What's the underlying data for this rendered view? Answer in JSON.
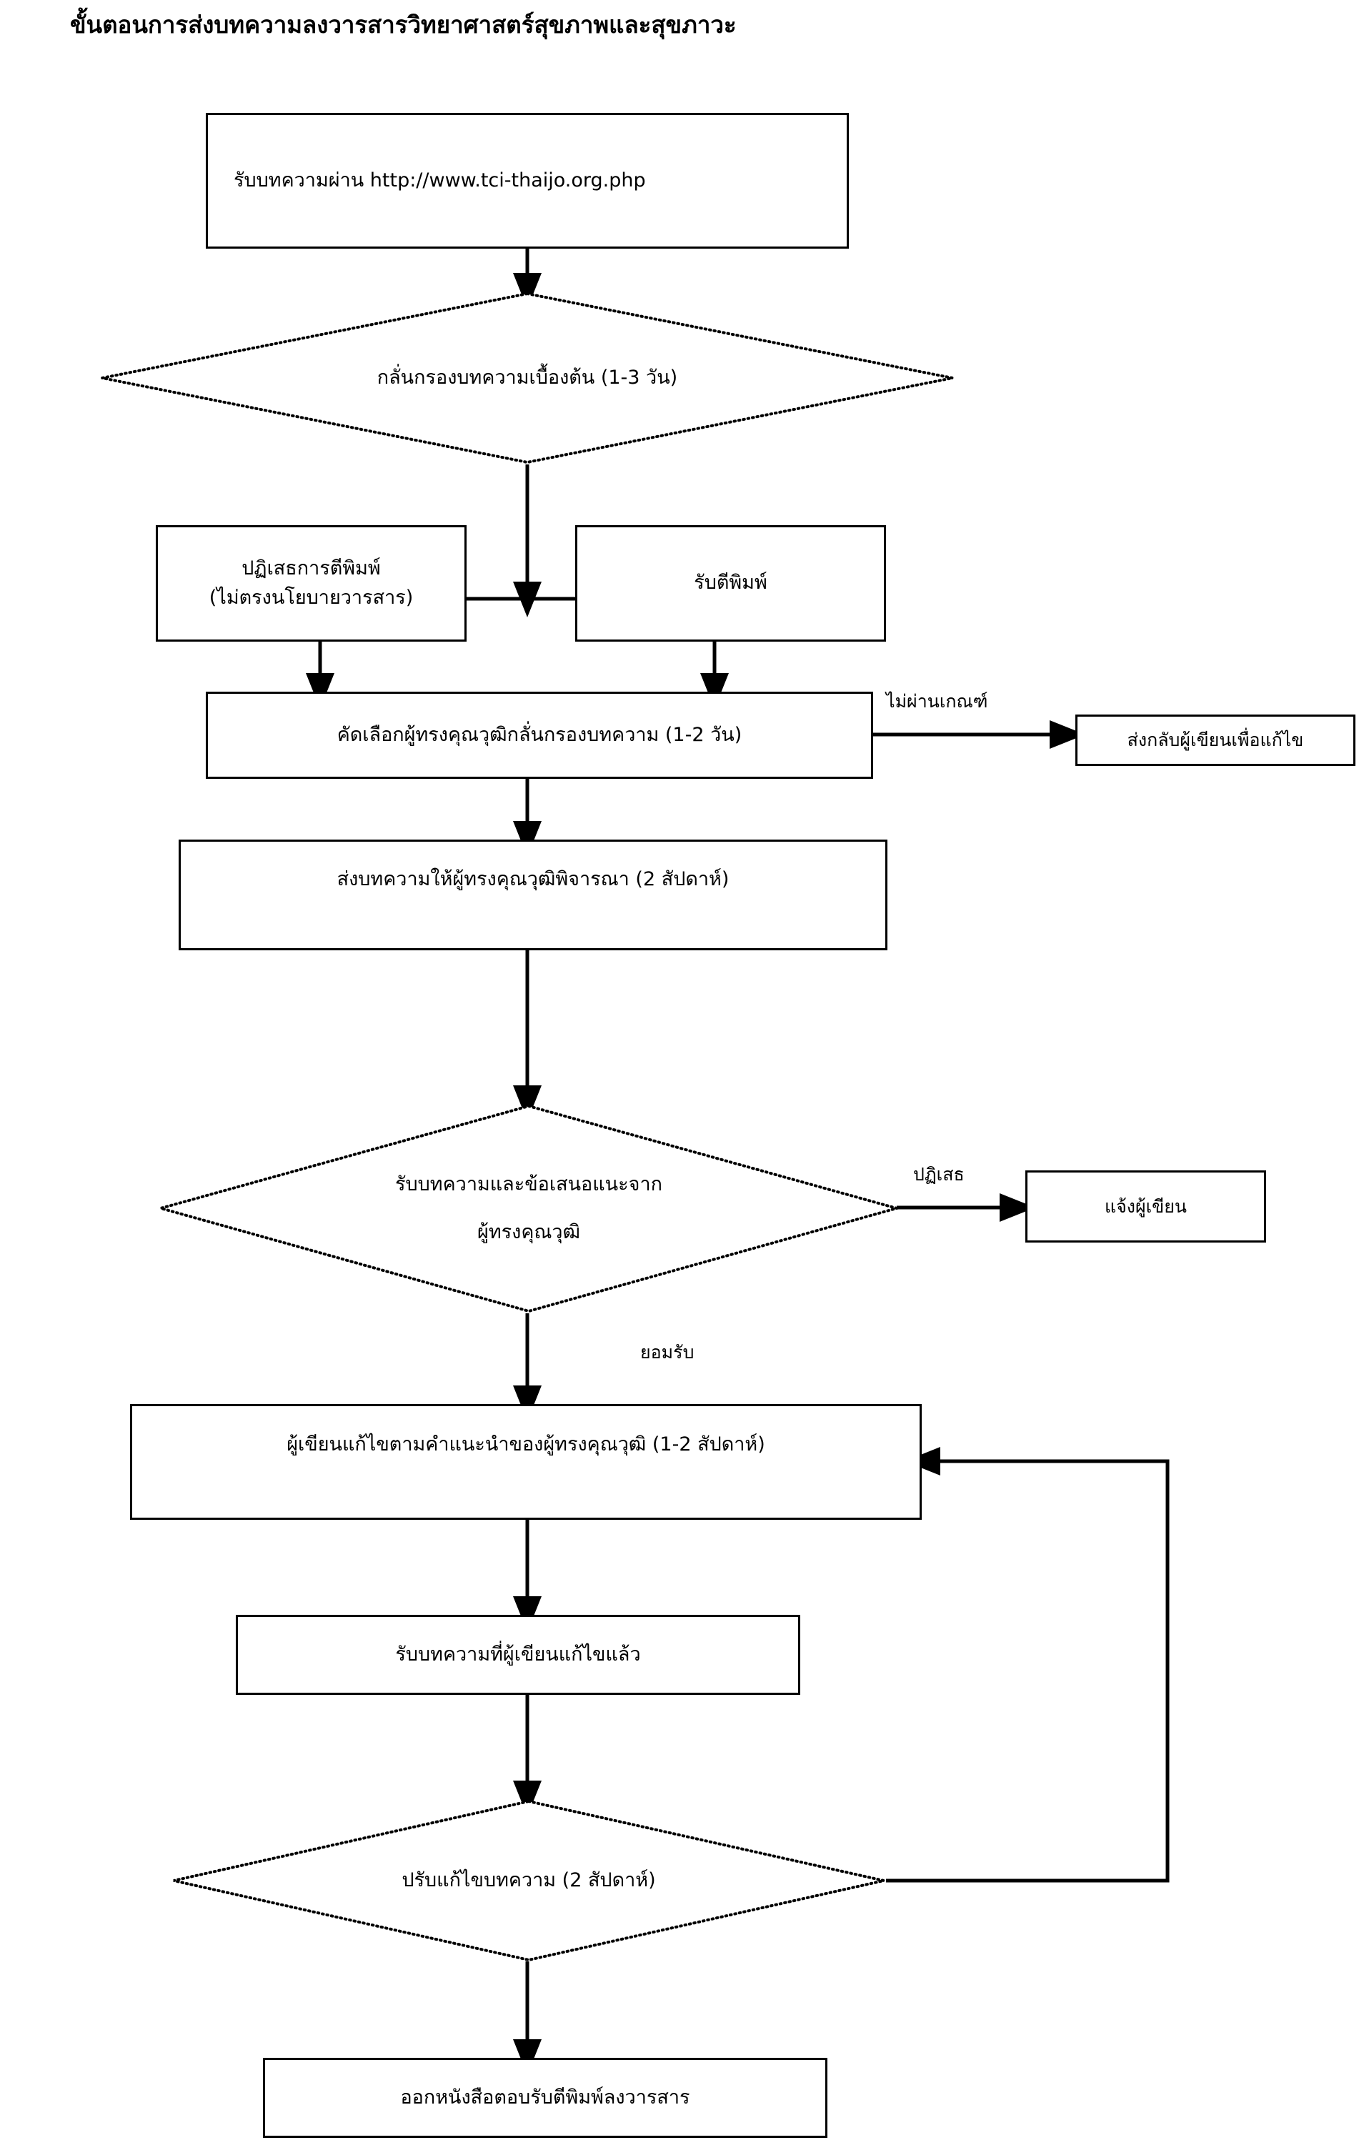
{
  "title": "ขั้นตอนการส่งบทความลงวารสารวิทยาศาสตร์สุขภาพและสุขภาวะ",
  "chart_data": {
    "type": "diagram",
    "diagram_kind": "flowchart",
    "title": "ขั้นตอนการส่งบทความลงวารสารวิทยาศาสตร์สุขภาพและสุขภาวะ",
    "orientation": "top-to-bottom",
    "nodes": [
      {
        "id": "n1",
        "shape": "process",
        "label": "รับบทความผ่าน http://www.tci-thaijo.org.php"
      },
      {
        "id": "n2",
        "shape": "decision",
        "label": "กลั่นกรองบทความเบื้องต้น (1-3 วัน)"
      },
      {
        "id": "n3",
        "shape": "process",
        "label_line1": "ปฏิเสธการตีพิมพ์",
        "label_line2": "(ไม่ตรงนโยบายวารสาร)"
      },
      {
        "id": "n4",
        "shape": "process",
        "label": "รับตีพิมพ์"
      },
      {
        "id": "n5",
        "shape": "process",
        "label": "คัดเลือกผู้ทรงคุณวุฒิกลั่นกรองบทความ  (1-2 วัน)"
      },
      {
        "id": "n6",
        "shape": "process",
        "label": "ส่งกลับผู้เขียนเพื่อแก้ไข"
      },
      {
        "id": "n7",
        "shape": "process",
        "label": "ส่งบทความให้ผู้ทรงคุณวุฒิพิจารณา (2 สัปดาห์)"
      },
      {
        "id": "n8",
        "shape": "decision",
        "label_line1": "รับบทความและข้อเสนอแนะจาก",
        "label_line2": "ผู้ทรงคุณวุฒิ"
      },
      {
        "id": "n9",
        "shape": "process",
        "label": "แจ้งผู้เขียน"
      },
      {
        "id": "n10",
        "shape": "process",
        "label": "ผู้เขียนแก้ไขตามคำแนะนำของผู้ทรงคุณวุฒิ (1-2 สัปดาห์)"
      },
      {
        "id": "n11",
        "shape": "process",
        "label": "รับบทความที่ผู้เขียนแก้ไขแล้ว"
      },
      {
        "id": "n12",
        "shape": "decision",
        "label": "ปรับแก้ไขบทความ (2 สัปดาห์)"
      },
      {
        "id": "n13",
        "shape": "process",
        "label": "ออกหนังสือตอบรับตีพิมพ์ลงวารสาร"
      }
    ],
    "edges": [
      {
        "from": "n1",
        "to": "n2",
        "label": ""
      },
      {
        "from": "n2",
        "to": "n3",
        "label": ""
      },
      {
        "from": "n2",
        "to": "n4",
        "label": ""
      },
      {
        "from": "n3",
        "to": "n5",
        "label": ""
      },
      {
        "from": "n4",
        "to": "n5",
        "label": ""
      },
      {
        "from": "n5",
        "to": "n6",
        "label": "ไม่ผ่านเกณฑ์"
      },
      {
        "from": "n5",
        "to": "n7",
        "label": ""
      },
      {
        "from": "n7",
        "to": "n8",
        "label": ""
      },
      {
        "from": "n8",
        "to": "n9",
        "label": "ปฏิเสธ"
      },
      {
        "from": "n8",
        "to": "n10",
        "label": "ยอมรับ"
      },
      {
        "from": "n10",
        "to": "n11",
        "label": ""
      },
      {
        "from": "n11",
        "to": "n12",
        "label": ""
      },
      {
        "from": "n12",
        "to": "n13",
        "label": ""
      },
      {
        "from": "n12",
        "to": "n10",
        "label": "",
        "note": "feedback loop back to revision step"
      }
    ]
  },
  "nodes": {
    "receive_article": {
      "label": "รับบทความผ่าน http://www.tci-thaijo.org.php"
    },
    "initial_screening": {
      "label": "กลั่นกรองบทความเบื้องต้น (1-3 วัน)"
    },
    "reject_publication": {
      "line1": "ปฏิเสธการตีพิมพ์",
      "line2": "(ไม่ตรงนโยบายวารสาร)"
    },
    "accept_publication": {
      "label": "รับตีพิมพ์"
    },
    "select_reviewers": {
      "label": "คัดเลือกผู้ทรงคุณวุฒิกลั่นกรองบทความ  (1-2 วัน)"
    },
    "return_to_author": {
      "label": "ส่งกลับผู้เขียนเพื่อแก้ไข"
    },
    "send_to_reviewers": {
      "label": "ส่งบทความให้ผู้ทรงคุณวุฒิพิจารณา (2 สัปดาห์)"
    },
    "receive_reviews": {
      "line1": "รับบทความและข้อเสนอแนะจาก",
      "line2": "ผู้ทรงคุณวุฒิ"
    },
    "notify_author": {
      "label": "แจ้งผู้เขียน"
    },
    "author_revises": {
      "label": "ผู้เขียนแก้ไขตามคำแนะนำของผู้ทรงคุณวุฒิ (1-2 สัปดาห์)"
    },
    "receive_revised": {
      "label": "รับบทความที่ผู้เขียนแก้ไขแล้ว"
    },
    "adjust_article": {
      "label": "ปรับแก้ไขบทความ (2 สัปดาห์)"
    },
    "issue_acceptance": {
      "label": "ออกหนังสือตอบรับตีพิมพ์ลงวารสาร"
    }
  },
  "edge_labels": {
    "fail_criteria": "ไม่ผ่านเกณฑ์",
    "reject": "ปฏิเสธ",
    "accept": "ยอมรับ"
  },
  "colors": {
    "stroke": "#000000",
    "background": "#ffffff",
    "text": "#000000"
  }
}
